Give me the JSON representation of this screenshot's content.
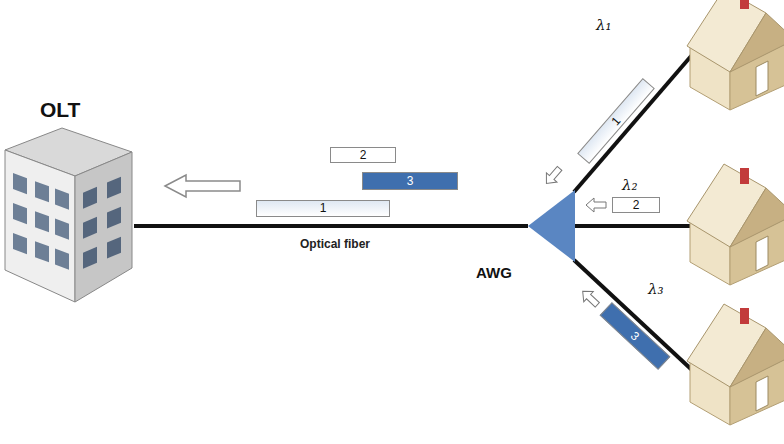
{
  "diagram": {
    "nodes": [
      {
        "text": [
          "OLT"
        ]
      },
      {
        "text": [
          "2"
        ]
      },
      {
        "text": [
          "3"
        ]
      },
      {
        "text": [
          "1"
        ]
      },
      {
        "text": [
          "AWG"
        ]
      },
      {
        "text": [
          "1"
        ]
      },
      {
        "text": [
          "2"
        ]
      },
      {
        "text": [
          "3"
        ]
      }
    ],
    "edges": [
      {
        "from": 0,
        "to": 4,
        "arrow": "none",
        "label": "Optical fiber"
      }
    ],
    "labels": [
      "λ₁",
      "λ₂",
      "λ₃"
    ]
  }
}
